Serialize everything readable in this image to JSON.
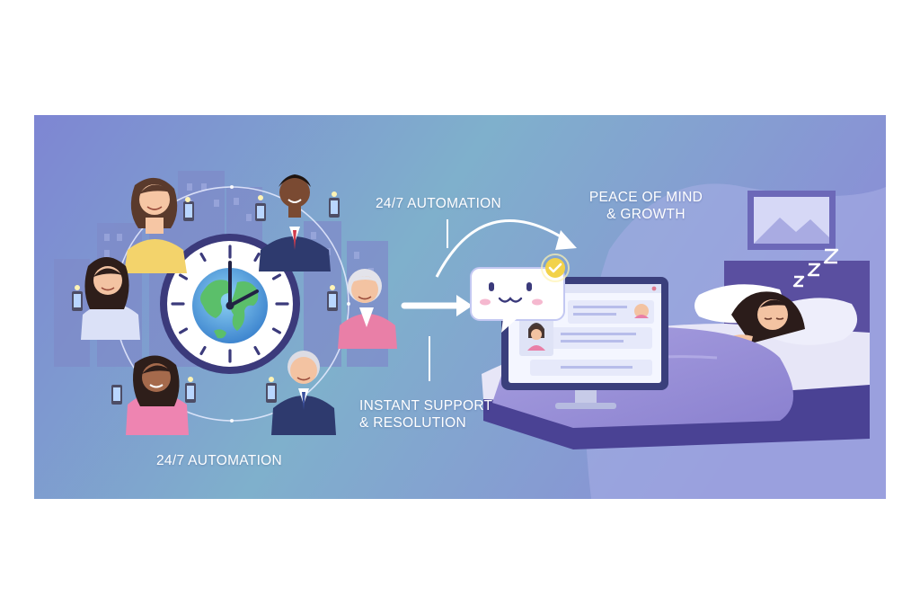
{
  "labels": {
    "automation_top": "24/7 AUTOMATION",
    "automation_bottom": "24/7 AUTOMATION",
    "peace_line1": "PEACE OF MIND",
    "peace_line2": "& GROWTH",
    "support_line1": "INSTANT SUPPORT",
    "support_line2": "& RESOLUTION"
  },
  "colors": {
    "banner_left": "#7d88d4",
    "banner_mid": "#7fb0cd",
    "banner_right": "#8a8fd6",
    "clock_rim": "#3c3a7a",
    "accent_yellow": "#f2d24a",
    "bed_frame": "#5a4fa0"
  },
  "icons": {
    "clock": "clock-icon",
    "globe": "globe-icon",
    "chatbot": "chatbot-bubble-icon",
    "check": "check-badge-icon",
    "sleep": "zzz-icon"
  }
}
